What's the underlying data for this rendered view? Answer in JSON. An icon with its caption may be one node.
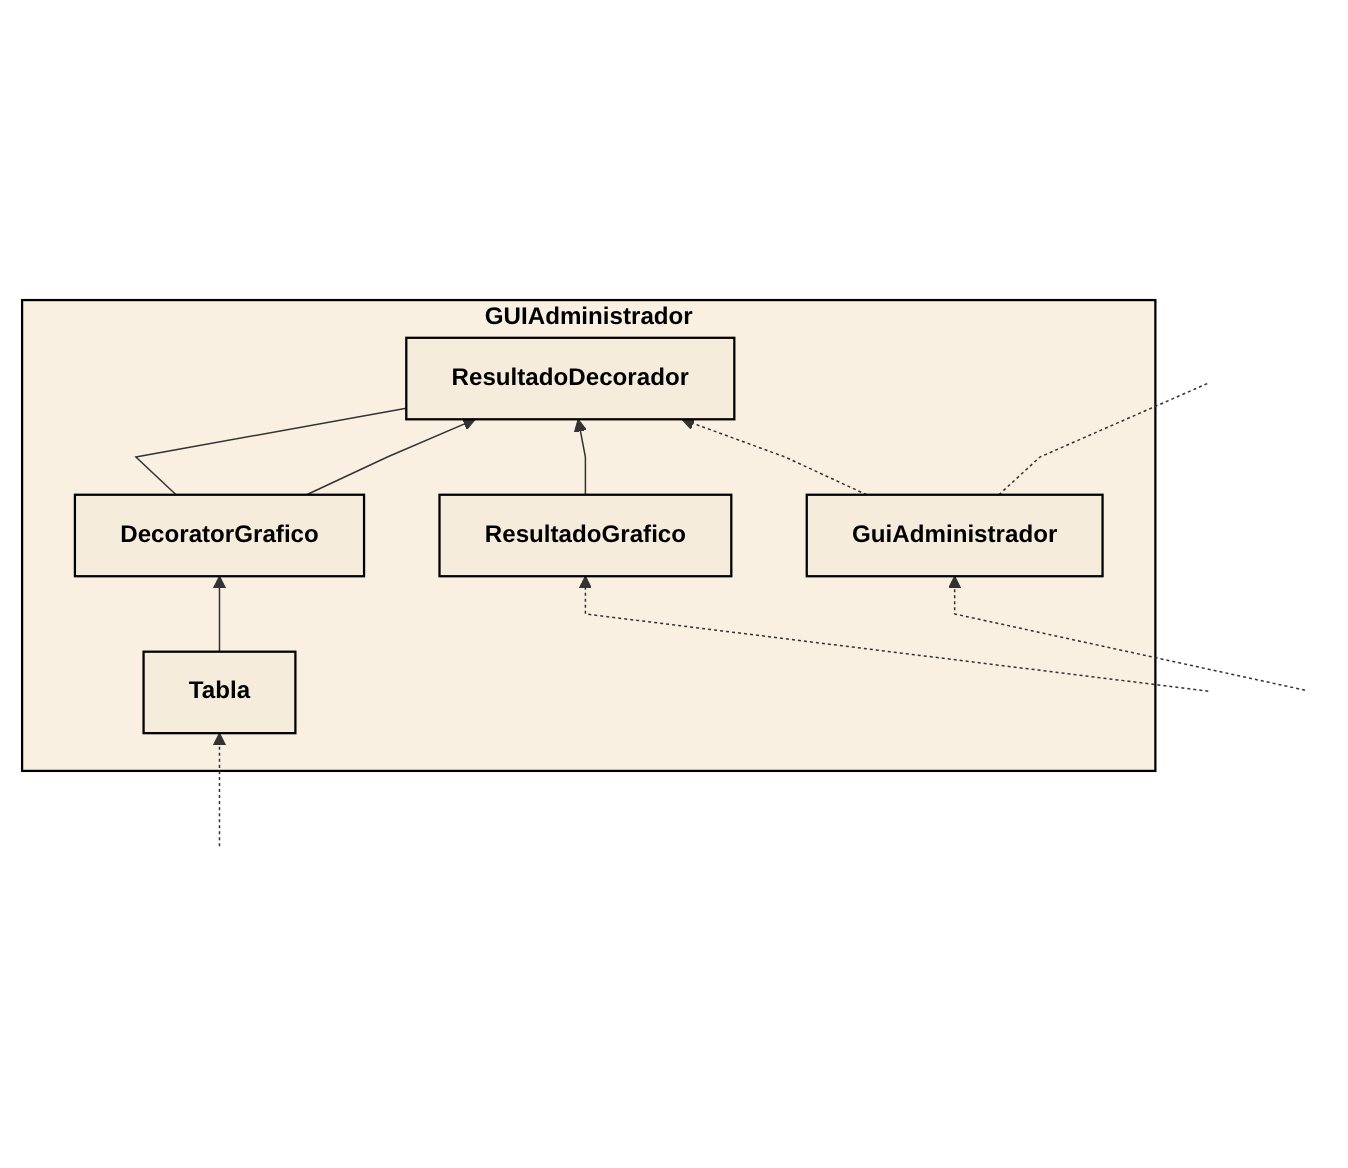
{
  "diagram": {
    "nodes": [
      {
        "text": [
          "GUIAdministrador"
        ]
      },
      {
        "text": [
          "GuiAdministrador"
        ],
        "in": 0
      },
      {
        "text": [
          "ResultadoDecorador"
        ],
        "in": 0
      },
      {
        "text": [
          "ResultadoGrafico"
        ],
        "in": 0
      },
      {
        "text": [
          "DecoratorGrafico"
        ],
        "in": 0
      },
      {
        "text": [
          "Tabla"
        ],
        "in": 0
      }
    ],
    "edges": [
      {
        "from": 1,
        "to": 2,
        "arrow": "to",
        "style": "dashed"
      },
      {
        "from": 3,
        "to": 2,
        "arrow": "to"
      },
      {
        "from": 4,
        "to": 2,
        "arrow": "to"
      },
      {
        "from": 4,
        "to": 2,
        "arrow": "other"
      },
      {
        "from": 5,
        "to": 4,
        "arrow": "to"
      },
      {
        "from": 1,
        "to": null,
        "arrow": "none",
        "style": "dashed"
      },
      {
        "from": null,
        "to": 1,
        "arrow": "to",
        "style": "dashed"
      },
      {
        "from": null,
        "to": 5,
        "arrow": "to",
        "style": "dashed"
      },
      {
        "from": null,
        "to": 3,
        "arrow": "to",
        "style": "dashed"
      }
    ]
  }
}
